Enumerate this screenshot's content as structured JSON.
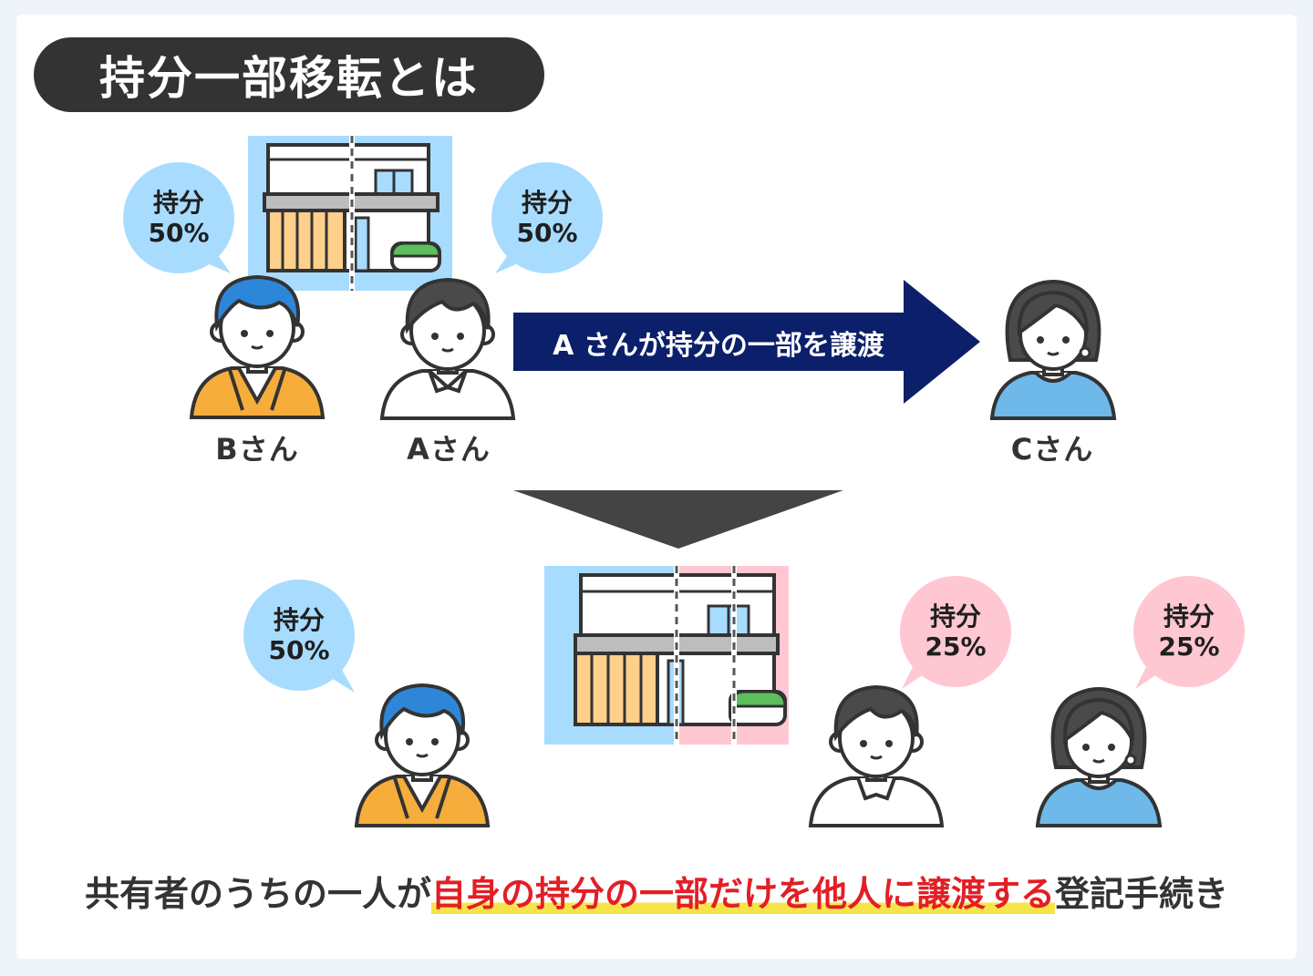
{
  "title": "持分一部移転とは",
  "colors": {
    "title_bg": "#333333",
    "arrow_navy": "#0b1f6b",
    "down_arrow": "#444444",
    "share_blue": "#a8dcff",
    "share_pink": "#ffc7d2",
    "highlight_red": "#e21f26",
    "marker_yellow": "#f7e44b"
  },
  "before": {
    "persons": [
      {
        "name": "Bさん",
        "share_label": "持分",
        "share_value": "50%"
      },
      {
        "name": "Aさん",
        "share_label": "持分",
        "share_value": "50%"
      },
      {
        "name": "Cさん"
      }
    ],
    "transfer_label": "A さんが持分の一部を譲渡"
  },
  "after": {
    "shares": [
      {
        "share_label": "持分",
        "share_value": "50%"
      },
      {
        "share_label": "持分",
        "share_value": "25%"
      },
      {
        "share_label": "持分",
        "share_value": "25%"
      }
    ]
  },
  "caption": {
    "prefix": "共有者のうちの一人が",
    "highlight": "自身の持分の一部だけを他人に譲渡する",
    "suffix": "登記手続き"
  }
}
